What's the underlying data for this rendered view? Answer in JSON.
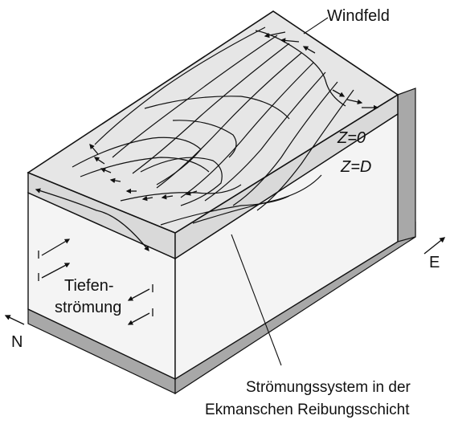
{
  "labels": {
    "windfeld": "Windfeld",
    "z0": "Z=0",
    "zd": "Z=D",
    "tiefen_line1": "Tiefen-",
    "tiefen_line2": "strömung",
    "east": "E",
    "north": "N",
    "caption_line1": "Strömungssystem in der",
    "caption_line2": "Ekmanschen Reibungsschicht"
  },
  "colors": {
    "top_surface": "#e6e6e6",
    "layer_side": "#d9d9d9",
    "box_face": "#f4f4f4",
    "base_strip": "#a8a8a8",
    "line": "#111111"
  }
}
